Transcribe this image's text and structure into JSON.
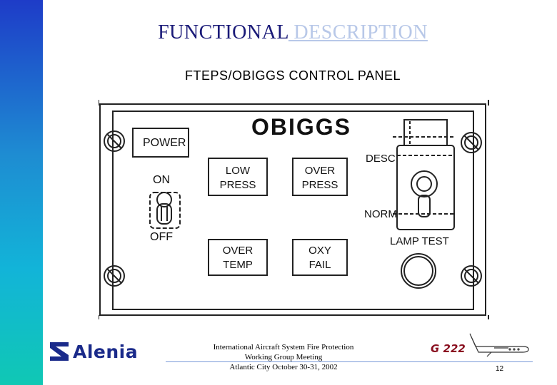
{
  "slide": {
    "title_part1": "FUNCTIONAL",
    "title_part2": " DESCRIPTION",
    "subtitle": "FTEPS/OBIGGS CONTROL PANEL"
  },
  "panel": {
    "name": "OBIGGS",
    "power_label": "POWER",
    "on_label": "ON",
    "off_label": "OFF",
    "low_press": [
      "LOW",
      "PRESS"
    ],
    "over_press": [
      "OVER",
      "PRESS"
    ],
    "over_temp": [
      "OVER",
      "TEMP"
    ],
    "oxy_fail": [
      "OXY",
      "FAIL"
    ],
    "desc_label": "DESC",
    "norm_label": "NORM",
    "lamp_test_label": "LAMP TEST"
  },
  "footer": {
    "company": "Alenia",
    "line1": "International Aircraft System Fire Protection",
    "line2": "Working Group Meeting",
    "line3": "Atlantic City October 30-31, 2002",
    "model": "G 222",
    "page_number": "12",
    "colors": {
      "sidebar_top": "#1e3cc8",
      "sidebar_bottom": "#10c8b4",
      "title": "#1a1a78",
      "logo": "#1a2a8a"
    }
  }
}
